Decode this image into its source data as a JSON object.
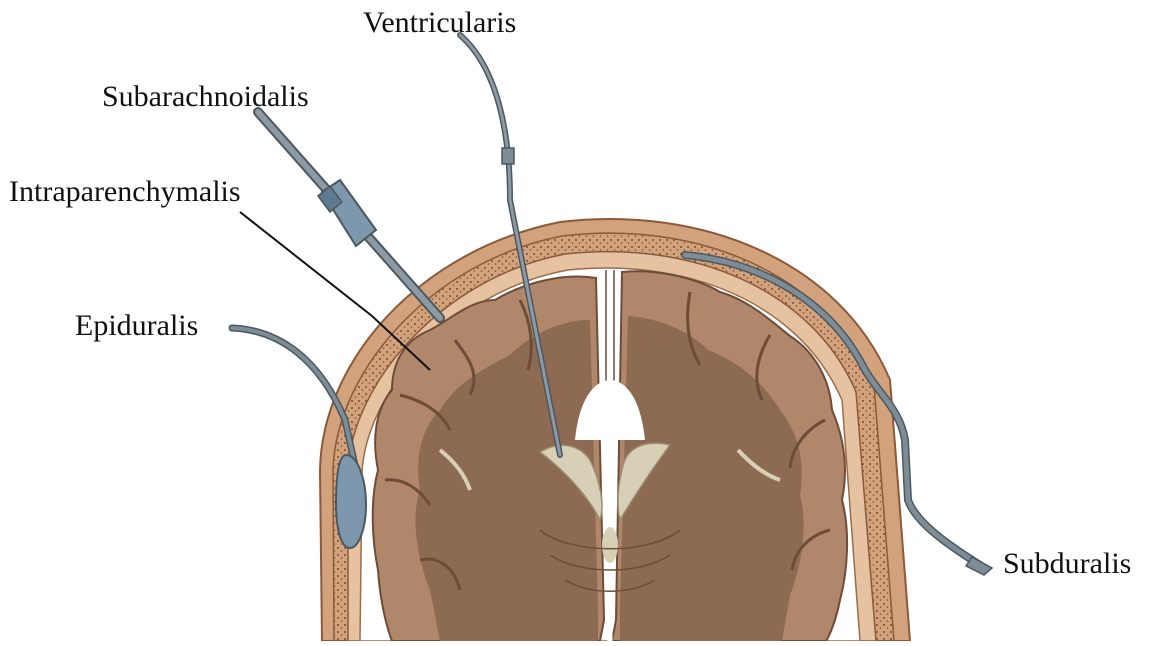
{
  "labels": {
    "ventricularis": "Ventricularis",
    "subarachnoidalis": "Subarachnoidalis",
    "intraparenchymalis": "Intraparenchymalis",
    "epiduralis": "Epiduralis",
    "subduralis": "Subduralis"
  },
  "colors": {
    "background": "#ffffff",
    "skull": "#d2a27c",
    "skull_edge": "#8a5a3a",
    "dura_layer": "#e6c2a0",
    "brain_white": "#8d6a52",
    "brain_gray": "#b0876a",
    "ventricle": "#d8d0b6",
    "catheter": "#7e8c96",
    "catheter_edge": "#4c5860",
    "balloon": "#7d97ad",
    "text": "#111111"
  }
}
